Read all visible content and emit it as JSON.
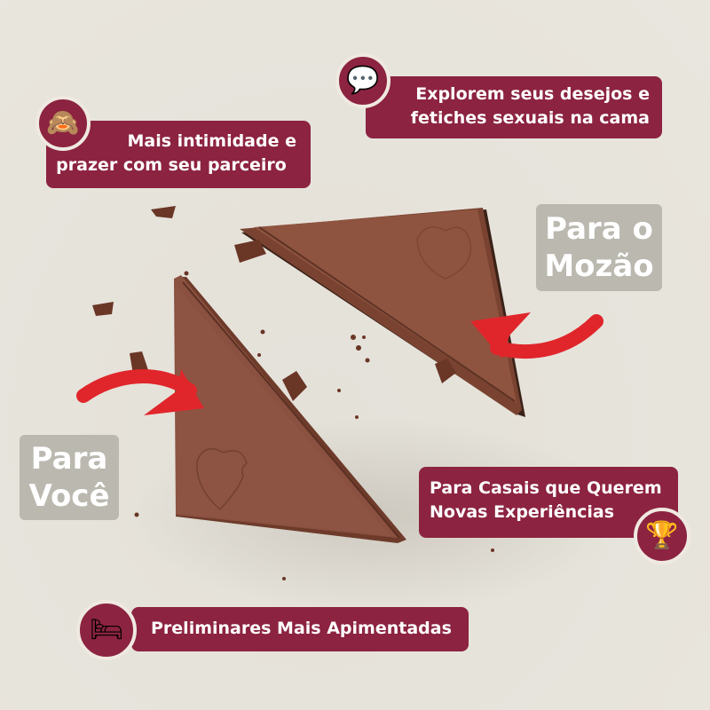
{
  "badges": {
    "desires": {
      "icon": "speech-bubble-icon",
      "icon_glyph": "💬",
      "lines": [
        "Explorem seus desejos e",
        "fetiches sexuais na cama"
      ]
    },
    "intimacy": {
      "icon": "see-no-evil-monkey-icon",
      "icon_glyph": "🙈",
      "lines": [
        "Mais intimidade e",
        "prazer com seu parceiro"
      ]
    },
    "couples": {
      "icon": "trophy-icon",
      "icon_glyph": "🏆",
      "lines": [
        "Para Casais que Querem",
        "Novas Experiências"
      ]
    },
    "foreplay": {
      "icon": "bed-icon",
      "icon_glyph": "🛏",
      "lines": [
        "Preliminares Mais Apimentadas"
      ]
    }
  },
  "tags": {
    "partner": {
      "lines": [
        "Para o",
        "Mozão"
      ]
    },
    "you": {
      "lines": [
        "Para",
        "Você"
      ]
    }
  },
  "colors": {
    "badge_bg": "#8c2340",
    "tag_bg": "#bab8af",
    "arrow": "#e0262b",
    "chocolate": "#8a4f3a",
    "background": "#e7e4dc"
  }
}
